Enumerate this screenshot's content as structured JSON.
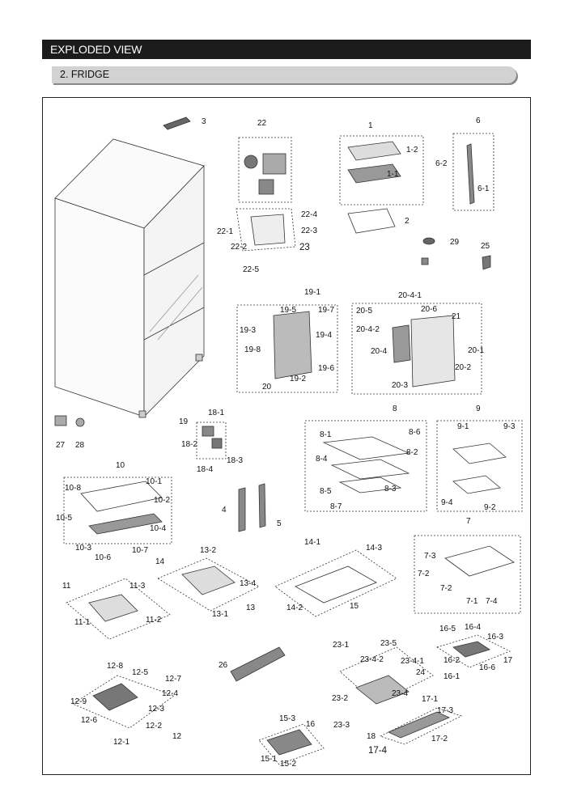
{
  "header": {
    "title": "EXPLODED VIEW"
  },
  "section": {
    "title": "2. FRIDGE"
  },
  "callouts": [
    "1",
    "1-1",
    "1-2",
    "2",
    "3",
    "4",
    "5",
    "6",
    "6-1",
    "6-2",
    "7",
    "7-1",
    "7-2",
    "7-2",
    "7-3",
    "7-4",
    "8",
    "8-1",
    "8-2",
    "8-3",
    "8-4",
    "8-5",
    "8-6",
    "8-7",
    "9",
    "9-1",
    "9-2",
    "9-3",
    "9-4",
    "10",
    "10-1",
    "10-2",
    "10-3",
    "10-4",
    "10-5",
    "10-6",
    "10-7",
    "10-8",
    "11",
    "11-1",
    "11-2",
    "11-3",
    "12",
    "12-1",
    "12-2",
    "12-3",
    "12-4",
    "12-5",
    "12-6",
    "12-7",
    "12-8",
    "12-9",
    "13",
    "13-1",
    "13-2",
    "13-3",
    "13-4",
    "14",
    "14-1",
    "14-2",
    "14-3",
    "15",
    "15-1",
    "15-2",
    "15-3",
    "16",
    "16-1",
    "16-2",
    "16-3",
    "16-4",
    "16-5",
    "16-6",
    "17",
    "17-1",
    "17-2",
    "17-3",
    "17-4",
    "18",
    "18-1",
    "18-2",
    "18-3",
    "18-4",
    "19",
    "19-1",
    "19-2",
    "19-3",
    "19-4",
    "19-5",
    "19-6",
    "19-7",
    "19-8",
    "20",
    "20-1",
    "20-2",
    "20-3",
    "20-4",
    "20-4-1",
    "20-4-2",
    "20-5",
    "20-6",
    "21",
    "22",
    "22-1",
    "22-2",
    "22-3",
    "22-4",
    "22-5",
    "23",
    "23-1",
    "23-2",
    "23-3",
    "23-4",
    "23-4-1",
    "23-4-2",
    "23-5",
    "24",
    "25",
    "26",
    "27",
    "28",
    "29"
  ]
}
